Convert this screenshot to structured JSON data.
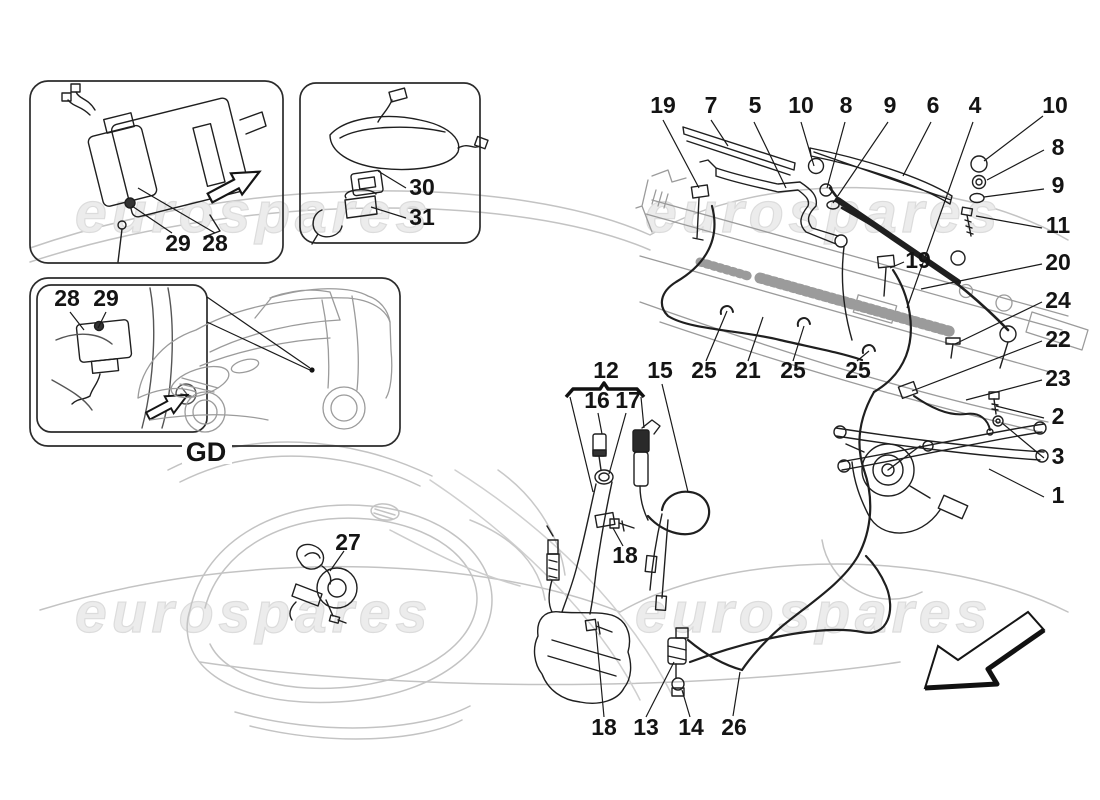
{
  "watermark": {
    "text": "eurospares"
  },
  "colors": {
    "ink": "#1f1f1f",
    "panel_gray": "#9b9b9b",
    "grille_gray": "#c3c3c3",
    "watermark_fill": "#ececec",
    "watermark_stroke": "#dcdcdc",
    "label_ink": "#141414"
  },
  "labels": {
    "box1_29": "29",
    "box1_28": "28",
    "box2_30": "30",
    "box2_31": "31",
    "box3_28": "28",
    "box3_29": "29",
    "gd": "GD",
    "top_19": "19",
    "top_7": "7",
    "top_5": "5",
    "top_10": "10",
    "top_8": "8",
    "top_9": "9",
    "top_6": "6",
    "top_4": "4",
    "top_10b": "10",
    "right_8": "8",
    "right_9": "9",
    "right_11": "11",
    "right_20": "20",
    "right_24": "24",
    "right_22": "22",
    "right_23": "23",
    "right_2": "2",
    "right_3": "3",
    "right_1": "1",
    "mid_19": "19",
    "mid_15": "15",
    "mid_25a": "25",
    "mid_21": "21",
    "mid_25b": "25",
    "mid_25c": "25",
    "res_12": "12",
    "res_16": "16",
    "res_17": "17",
    "res_18": "18",
    "bot_18": "18",
    "bot_13": "13",
    "bot_14": "14",
    "bot_26": "26",
    "horn_27": "27"
  }
}
